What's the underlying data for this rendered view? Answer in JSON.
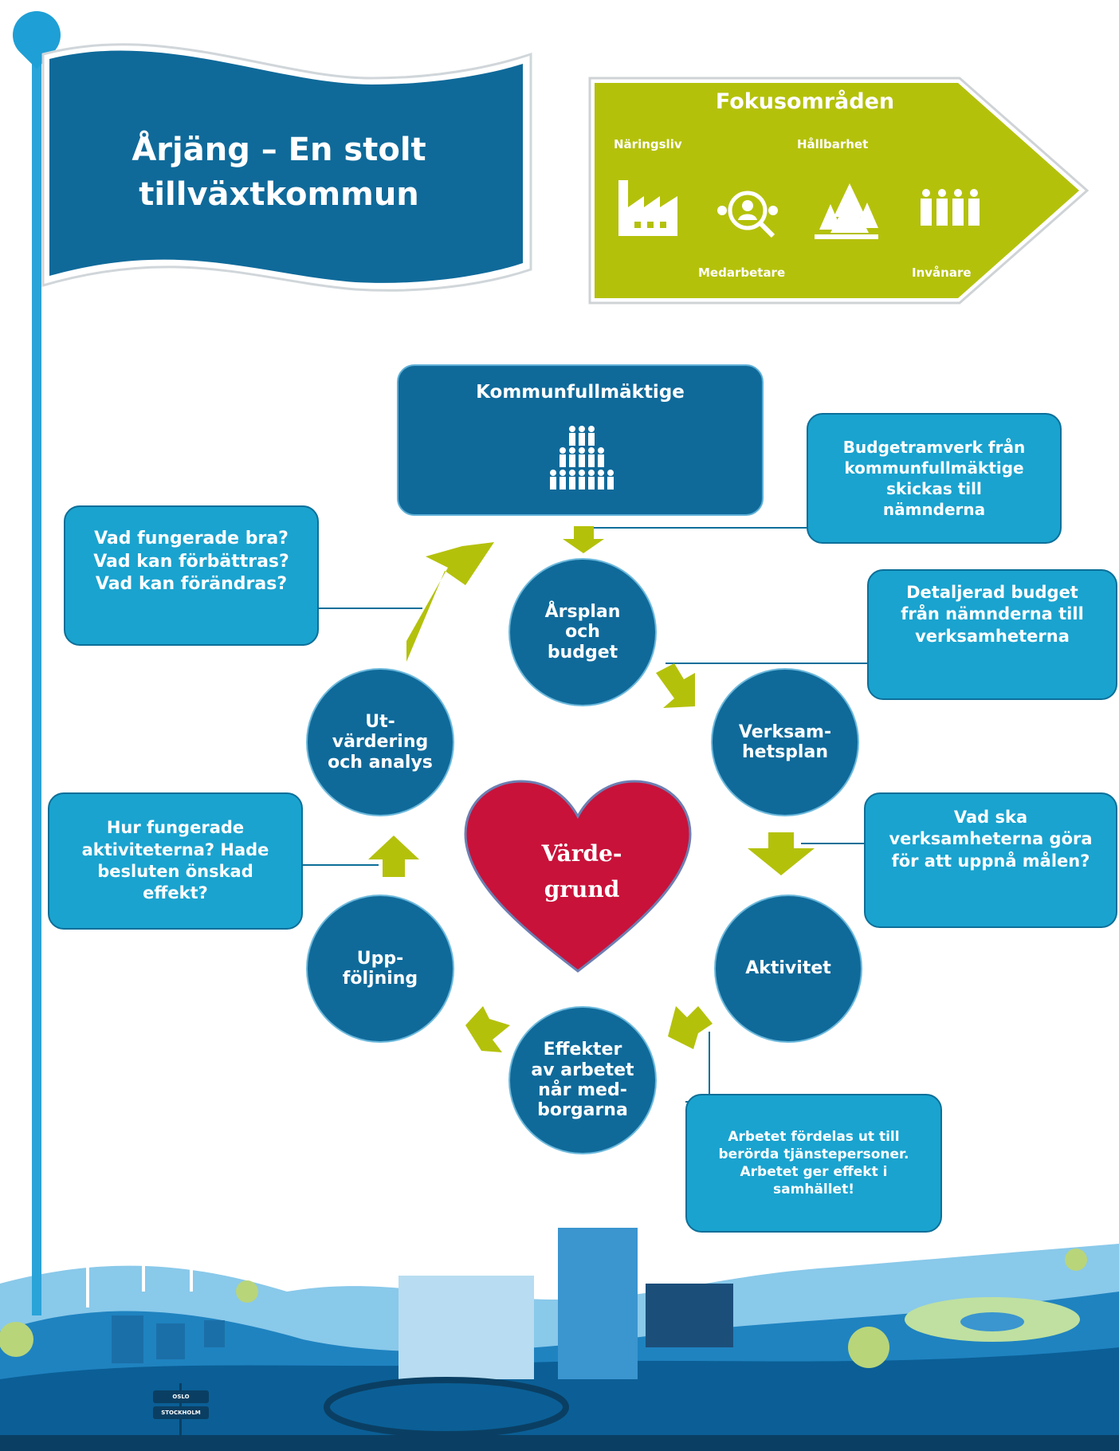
{
  "flag": {
    "title_line1": "Årjäng – En stolt",
    "title_line2": "tillväxtkommun"
  },
  "focus": {
    "title": "Fokusområden",
    "labels": {
      "naringsliv": "Näringsliv",
      "hallbarhet": "Hållbarhet",
      "medarbetare": "Medarbetare",
      "invanare": "Invånare"
    },
    "icons": [
      "factory-icon",
      "magnifier-people-icon",
      "trees-icon",
      "family-icon"
    ]
  },
  "council": {
    "title": "Kommunfullmäktige",
    "icon": "people-pyramid-icon"
  },
  "cycle": {
    "arsplan": [
      "Årsplan",
      "och",
      "budget"
    ],
    "verksamhetsplan": [
      "Verksam-",
      "hetsplan"
    ],
    "aktivitet": [
      "Aktivitet"
    ],
    "effekter": [
      "Effekter",
      "av arbetet",
      "når med-",
      "borgarna"
    ],
    "uppfoljning": [
      "Upp-",
      "följning"
    ],
    "utvardering": [
      "Ut-",
      "värdering",
      "och analys"
    ]
  },
  "heart": {
    "line1": "Värde-",
    "line2": "grund"
  },
  "notes": {
    "budgetramverk": [
      "Budgetramverk från",
      "kommunfullmäktige",
      "skickas till",
      "nämnderna"
    ],
    "detaljerad": [
      "Detaljerad budget",
      "från nämnderna till",
      "verksamheterna"
    ],
    "vad_ska": [
      "Vad ska",
      "verksamheterna göra",
      "för att uppnå målen?"
    ],
    "arbetet": [
      "Arbetet fördelas ut till",
      "berörda tjänstepersoner.",
      "Arbetet ger effekt i",
      "samhället!"
    ],
    "hur_fungerade": [
      "Hur fungerade",
      "aktiviteterna? Hade",
      "besluten önskad",
      "effekt?"
    ],
    "vad_fungerade": [
      "Vad fungerade bra?",
      "Vad kan förbättras?",
      "Vad kan förändras?"
    ]
  },
  "signpost": {
    "top": "OSLO",
    "bottom": "STOCKHOLM"
  },
  "colors": {
    "flag_blue": "#0f6a9a",
    "pole_blue": "#2aa3d8",
    "lime": "#b4c10b",
    "note_blue": "#1aa3cf",
    "heart_red": "#c8123a"
  }
}
